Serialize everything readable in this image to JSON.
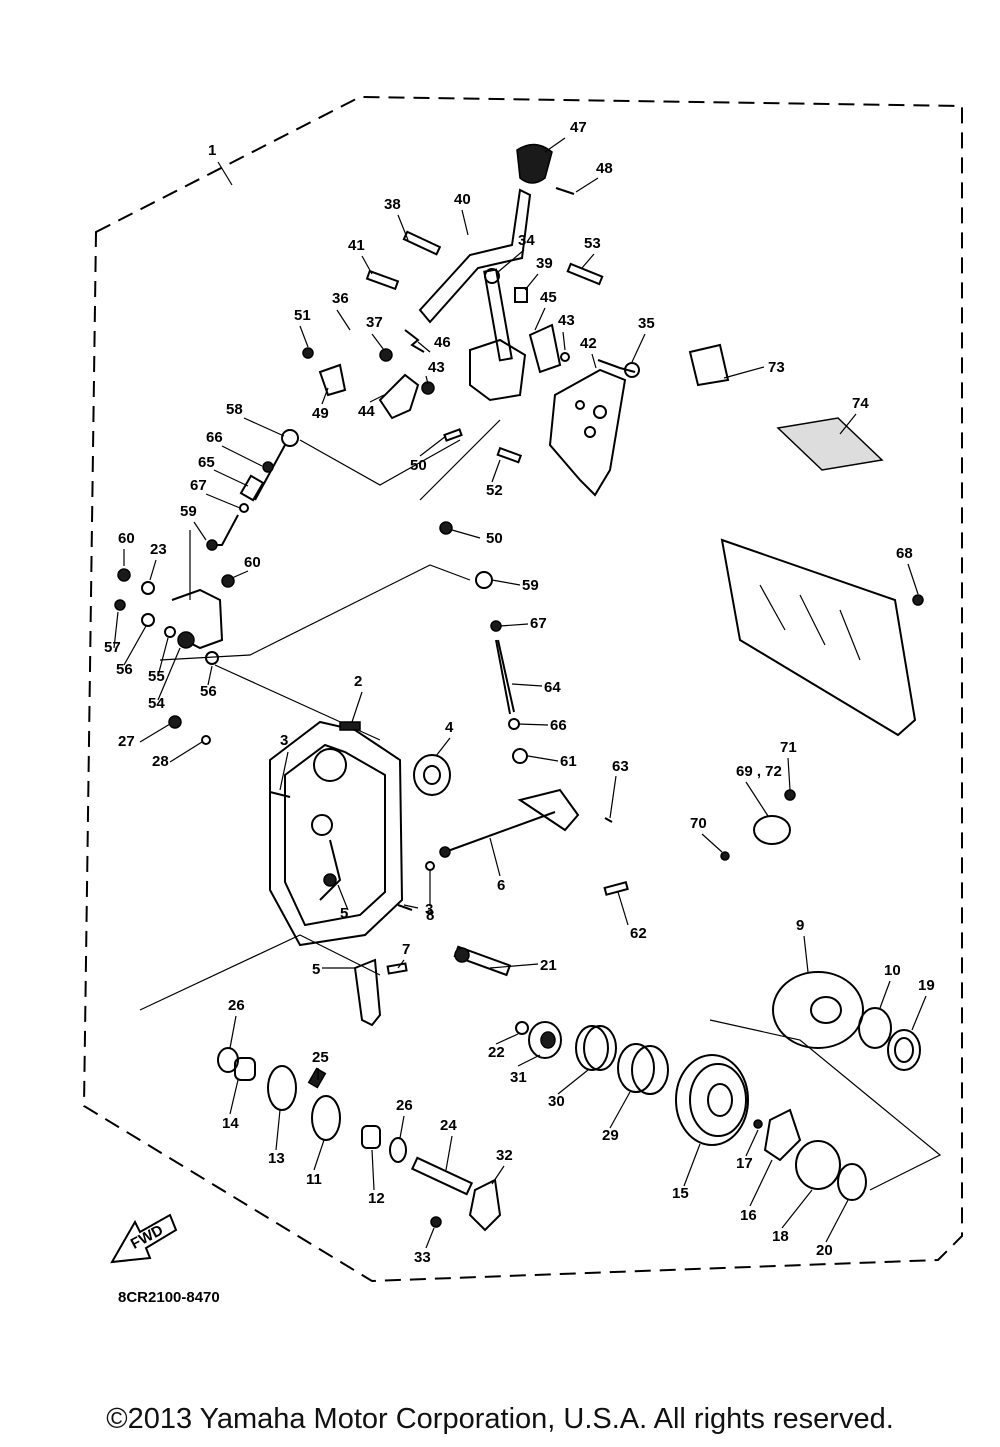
{
  "diagram_code": "8CR2100-8470",
  "front_marker": "FWD",
  "copyright": "©2013 Yamaha Motor Corporation, U.S.A. All rights reserved.",
  "callouts": [
    {
      "id": "c1",
      "label": "1"
    },
    {
      "id": "c2",
      "label": "2"
    },
    {
      "id": "c3a",
      "label": "3"
    },
    {
      "id": "c3b",
      "label": "3"
    },
    {
      "id": "c4",
      "label": "4"
    },
    {
      "id": "c5a",
      "label": "5"
    },
    {
      "id": "c5b",
      "label": "5"
    },
    {
      "id": "c6",
      "label": "6"
    },
    {
      "id": "c7",
      "label": "7"
    },
    {
      "id": "c8",
      "label": "8"
    },
    {
      "id": "c9",
      "label": "9"
    },
    {
      "id": "c10",
      "label": "10"
    },
    {
      "id": "c11",
      "label": "11"
    },
    {
      "id": "c12",
      "label": "12"
    },
    {
      "id": "c13",
      "label": "13"
    },
    {
      "id": "c14",
      "label": "14"
    },
    {
      "id": "c15",
      "label": "15"
    },
    {
      "id": "c16",
      "label": "16"
    },
    {
      "id": "c17",
      "label": "17"
    },
    {
      "id": "c18",
      "label": "18"
    },
    {
      "id": "c19",
      "label": "19"
    },
    {
      "id": "c20",
      "label": "20"
    },
    {
      "id": "c21",
      "label": "21"
    },
    {
      "id": "c22",
      "label": "22"
    },
    {
      "id": "c23",
      "label": "23"
    },
    {
      "id": "c24",
      "label": "24"
    },
    {
      "id": "c25",
      "label": "25"
    },
    {
      "id": "c26a",
      "label": "26"
    },
    {
      "id": "c26b",
      "label": "26"
    },
    {
      "id": "c27",
      "label": "27"
    },
    {
      "id": "c28",
      "label": "28"
    },
    {
      "id": "c29",
      "label": "29"
    },
    {
      "id": "c30",
      "label": "30"
    },
    {
      "id": "c31",
      "label": "31"
    },
    {
      "id": "c32",
      "label": "32"
    },
    {
      "id": "c33",
      "label": "33"
    },
    {
      "id": "c34",
      "label": "34"
    },
    {
      "id": "c35",
      "label": "35"
    },
    {
      "id": "c36",
      "label": "36"
    },
    {
      "id": "c37",
      "label": "37"
    },
    {
      "id": "c38",
      "label": "38"
    },
    {
      "id": "c39",
      "label": "39"
    },
    {
      "id": "c40",
      "label": "40"
    },
    {
      "id": "c41",
      "label": "41"
    },
    {
      "id": "c42",
      "label": "42"
    },
    {
      "id": "c43a",
      "label": "43"
    },
    {
      "id": "c43b",
      "label": "43"
    },
    {
      "id": "c44",
      "label": "44"
    },
    {
      "id": "c45",
      "label": "45"
    },
    {
      "id": "c46",
      "label": "46"
    },
    {
      "id": "c47",
      "label": "47"
    },
    {
      "id": "c48",
      "label": "48"
    },
    {
      "id": "c49",
      "label": "49"
    },
    {
      "id": "c50a",
      "label": "50"
    },
    {
      "id": "c50b",
      "label": "50"
    },
    {
      "id": "c51",
      "label": "51"
    },
    {
      "id": "c52",
      "label": "52"
    },
    {
      "id": "c53",
      "label": "53"
    },
    {
      "id": "c54",
      "label": "54"
    },
    {
      "id": "c55",
      "label": "55"
    },
    {
      "id": "c56a",
      "label": "56"
    },
    {
      "id": "c56b",
      "label": "56"
    },
    {
      "id": "c57",
      "label": "57"
    },
    {
      "id": "c58",
      "label": "58"
    },
    {
      "id": "c59a",
      "label": "59"
    },
    {
      "id": "c59b",
      "label": "59"
    },
    {
      "id": "c60a",
      "label": "60"
    },
    {
      "id": "c60b",
      "label": "60"
    },
    {
      "id": "c61",
      "label": "61"
    },
    {
      "id": "c62",
      "label": "62"
    },
    {
      "id": "c63",
      "label": "63"
    },
    {
      "id": "c64",
      "label": "64"
    },
    {
      "id": "c65",
      "label": "65"
    },
    {
      "id": "c66a",
      "label": "66"
    },
    {
      "id": "c66b",
      "label": "66"
    },
    {
      "id": "c67a",
      "label": "67"
    },
    {
      "id": "c67b",
      "label": "67"
    },
    {
      "id": "c68",
      "label": "68"
    },
    {
      "id": "c6972",
      "label": "69 , 72"
    },
    {
      "id": "c70",
      "label": "70"
    },
    {
      "id": "c71",
      "label": "71"
    },
    {
      "id": "c73",
      "label": "73"
    },
    {
      "id": "c74",
      "label": "74"
    }
  ]
}
